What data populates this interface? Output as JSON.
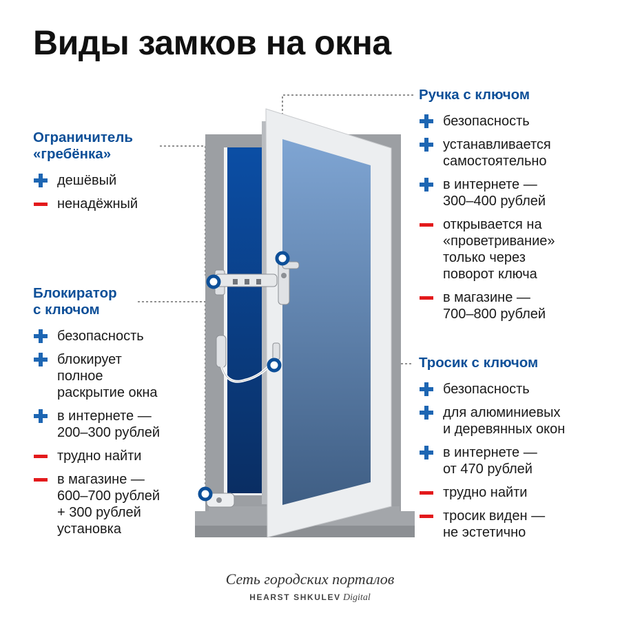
{
  "title": "Виды замков на окна",
  "colors": {
    "accent_blue": "#0d4f98",
    "plus": "#1d66b3",
    "minus": "#e3191b"
  },
  "icons": {
    "plus": "plus-icon",
    "minus": "minus-icon",
    "pin": "marker-pin-icon"
  },
  "blocks": {
    "comb": {
      "title": "Ограничитель\n«гребёнка»",
      "items": [
        {
          "sign": "plus",
          "text": "дешёвый"
        },
        {
          "sign": "minus",
          "text": "ненадёжный"
        }
      ]
    },
    "blocker": {
      "title": "Блокиратор\nс ключом",
      "items": [
        {
          "sign": "plus",
          "text": "безопасность"
        },
        {
          "sign": "plus",
          "text": "блокирует\nполное\nраскрытие окна"
        },
        {
          "sign": "plus",
          "text": "в интернете —\n200–300 рублей"
        },
        {
          "sign": "minus",
          "text": "трудно найти"
        },
        {
          "sign": "minus",
          "text": "в магазине —\n600–700 рублей\n+ 300 рублей\nустановка"
        }
      ]
    },
    "handle": {
      "title": "Ручка с ключом",
      "items": [
        {
          "sign": "plus",
          "text": "безопасность"
        },
        {
          "sign": "plus",
          "text": "устанавливается\nсамостоятельно"
        },
        {
          "sign": "plus",
          "text": "в интернете —\n300–400 рублей"
        },
        {
          "sign": "minus",
          "text": "открывается на\n«проветривание»\nтолько через\nповорот ключа"
        },
        {
          "sign": "minus",
          "text": "в магазине —\n 700–800 рублей"
        }
      ]
    },
    "cable": {
      "title": "Тросик с ключом",
      "items": [
        {
          "sign": "plus",
          "text": "безопасность"
        },
        {
          "sign": "plus",
          "text": "для алюминиевых\nи деревянных окон"
        },
        {
          "sign": "plus",
          "text": "в интернете —\nот 470 рублей"
        },
        {
          "sign": "minus",
          "text": "трудно найти"
        },
        {
          "sign": "minus",
          "text": "тросик виден —\nне эстетично"
        }
      ]
    }
  },
  "footer": {
    "script": "Сеть городских порталов",
    "brand_bold": "HEARST SHKULEV",
    "brand_italic": "Digital"
  }
}
